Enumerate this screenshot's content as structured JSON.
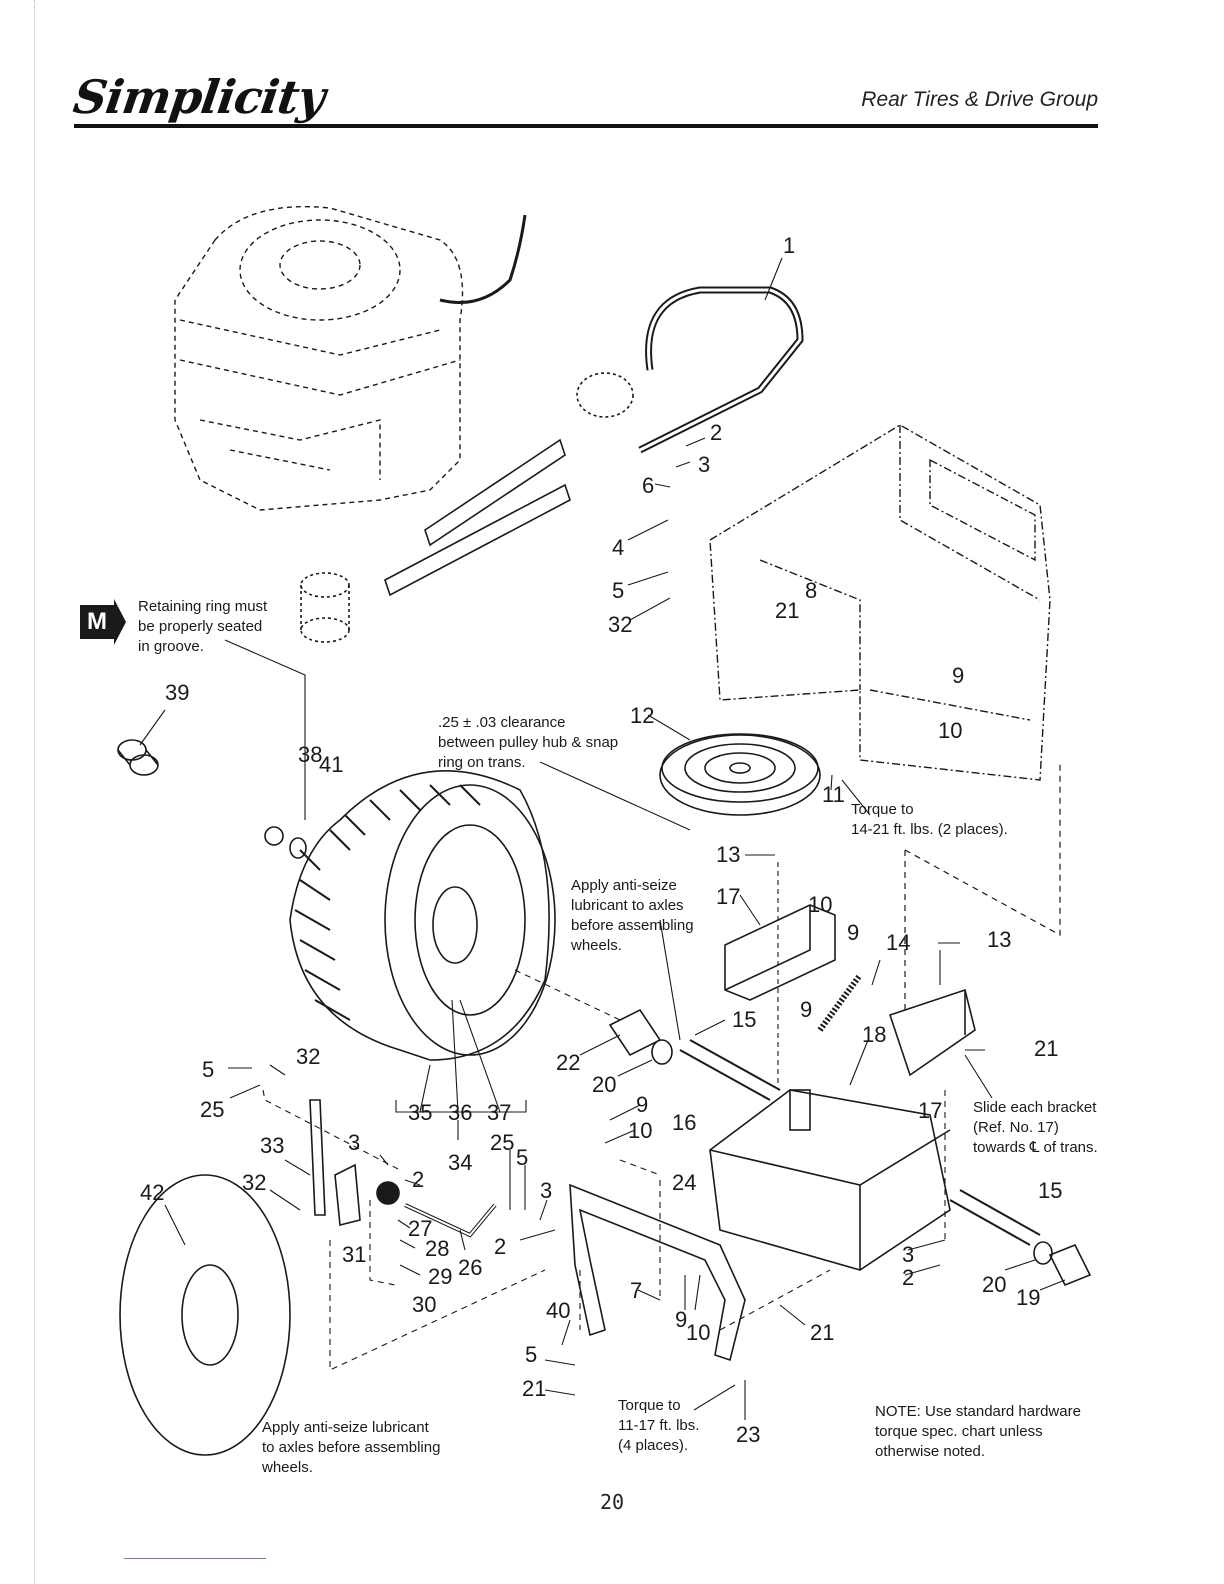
{
  "header": {
    "brand": "Simplicity",
    "section_title": "Rear Tires & Drive Group"
  },
  "callouts": {
    "m_badge": "M",
    "retaining_ring": "Retaining ring must\nbe properly seated\nin groove.",
    "clearance": ".25 ± .03 clearance\nbetween pulley hub & snap\nring on trans.",
    "torque_14_21": "Torque to\n14-21 ft. lbs. (2 places).",
    "anti_seize_center": "Apply anti-seize\nlubricant to axles\nbefore assembling\nwheels.",
    "slide_bracket": "Slide each bracket\n(Ref. No. 17)\ntowards ℄ of trans.",
    "torque_11_17": "Torque to\n11-17 ft. lbs.\n(4 places).",
    "anti_seize_bottom": "Apply anti-seize lubricant\nto axles before assembling\nwheels.",
    "note": "NOTE: Use standard hardware\ntorque spec. chart unless\notherwise noted."
  },
  "part_numbers": [
    "1",
    "2",
    "3",
    "6",
    "4",
    "5",
    "32",
    "8",
    "21",
    "9",
    "10",
    "12",
    "11",
    "13",
    "17",
    "10",
    "9",
    "14",
    "13",
    "9",
    "15",
    "18",
    "21",
    "17",
    "39",
    "38",
    "41",
    "35",
    "36",
    "37",
    "34",
    "22",
    "20",
    "9",
    "10",
    "16",
    "25",
    "5",
    "3",
    "24",
    "15",
    "5",
    "32",
    "25",
    "33",
    "3",
    "2",
    "32",
    "31",
    "27",
    "28",
    "29",
    "30",
    "26",
    "2",
    "42",
    "40",
    "7",
    "9",
    "10",
    "21",
    "3",
    "2",
    "20",
    "19",
    "5",
    "21",
    "23"
  ],
  "page_number": "20"
}
